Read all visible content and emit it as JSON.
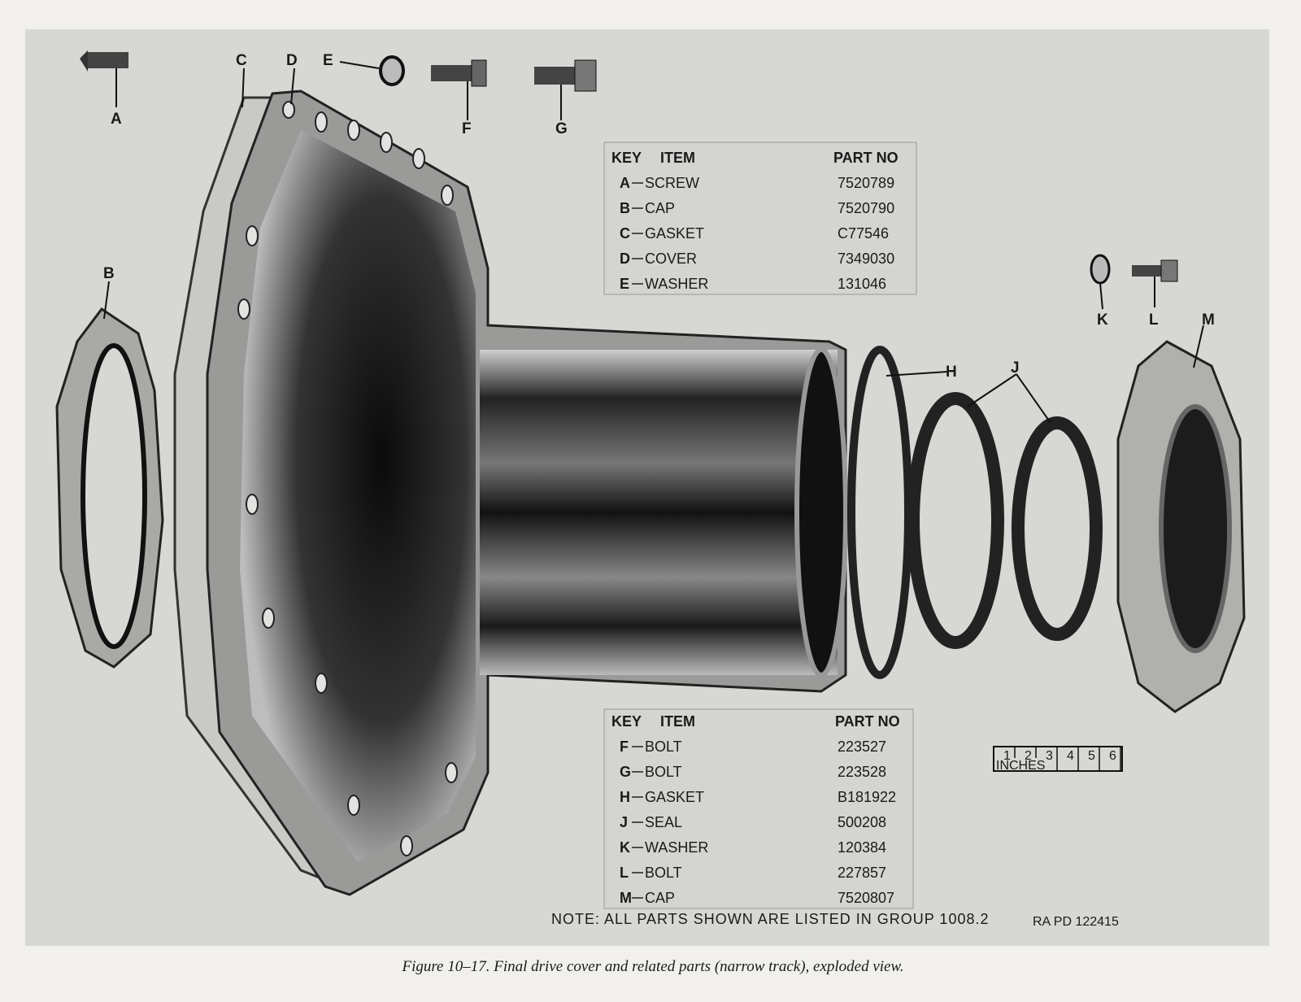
{
  "callouts": {
    "A": "A",
    "B": "B",
    "C": "C",
    "D": "D",
    "E": "E",
    "F": "F",
    "G": "G",
    "H": "H",
    "J": "J",
    "K": "K",
    "L": "L",
    "M": "M"
  },
  "table_top": {
    "headers": {
      "key": "KEY",
      "item": "ITEM",
      "part_no": "PART NO"
    },
    "rows": [
      {
        "key": "A",
        "item": "SCREW",
        "part_no": "7520789"
      },
      {
        "key": "B",
        "item": "CAP",
        "part_no": "7520790"
      },
      {
        "key": "C",
        "item": "GASKET",
        "part_no": "C77546"
      },
      {
        "key": "D",
        "item": "COVER",
        "part_no": "7349030"
      },
      {
        "key": "E",
        "item": "WASHER",
        "part_no": "131046"
      }
    ]
  },
  "table_bottom": {
    "headers": {
      "key": "KEY",
      "item": "ITEM",
      "part_no": "PART NO"
    },
    "rows": [
      {
        "key": "F",
        "item": "BOLT",
        "part_no": "223527"
      },
      {
        "key": "G",
        "item": "BOLT",
        "part_no": "223528"
      },
      {
        "key": "H",
        "item": "GASKET",
        "part_no": "B181922"
      },
      {
        "key": "J",
        "item": "SEAL",
        "part_no": "500208"
      },
      {
        "key": "K",
        "item": "WASHER",
        "part_no": "120384"
      },
      {
        "key": "L",
        "item": "BOLT",
        "part_no": "227857"
      },
      {
        "key": "M",
        "item": "CAP",
        "part_no": "7520807"
      }
    ]
  },
  "scale": {
    "ticks": [
      "1",
      "2",
      "3",
      "4",
      "5",
      "6"
    ],
    "unit": "INCHES"
  },
  "note": "NOTE: ALL PARTS SHOWN ARE LISTED IN GROUP 1008.2",
  "ref": "RA PD 122415",
  "caption": "Figure 10–17. Final drive cover and related parts (narrow track), exploded view."
}
